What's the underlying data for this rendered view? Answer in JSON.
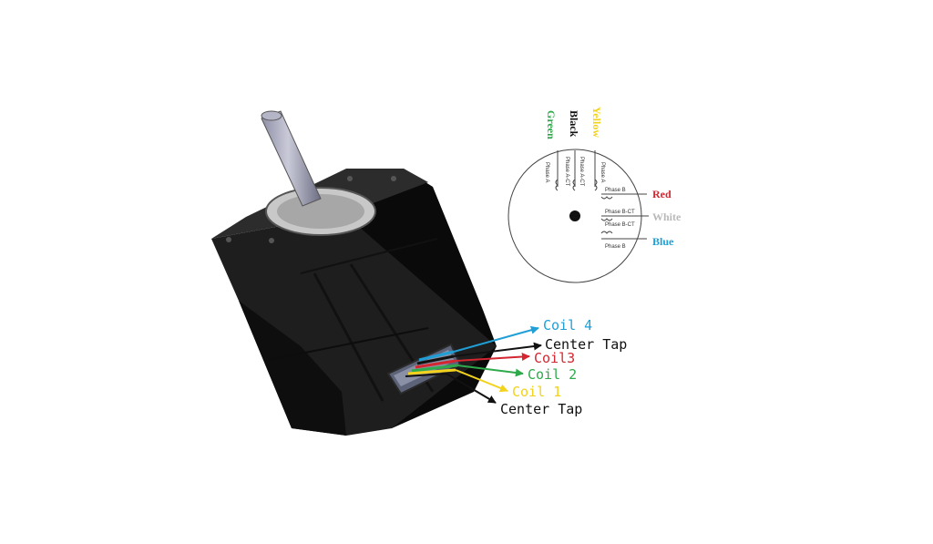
{
  "schematic": {
    "wires": [
      {
        "label": "Green",
        "color": "#2eaa4a"
      },
      {
        "label": "Black",
        "color": "#111111"
      },
      {
        "label": "Yellow",
        "color": "#f2d21b"
      },
      {
        "label": "Red",
        "color": "#d32630"
      },
      {
        "label": "White",
        "color": "#b9b9b9"
      },
      {
        "label": "Blue",
        "color": "#1f9fd6"
      }
    ],
    "phases": {
      "phase_a": "Phase A",
      "phase_a_ct_1": "Phase A-CT",
      "phase_a_ct_2": "Phase A-CT",
      "phase_a_2": "Phase A",
      "phase_b": "Phase B",
      "phase_b_ct_1": "Phase B-CT",
      "phase_b_ct_2": "Phase B-CT",
      "phase_b_2": "Phase B"
    }
  },
  "callouts": [
    {
      "label": "Coil 4",
      "color": "#1f9fd6"
    },
    {
      "label": "Center Tap",
      "color": "#111111"
    },
    {
      "label": "Coil3",
      "color": "#d32630"
    },
    {
      "label": "Coil 2",
      "color": "#2eaa4a"
    },
    {
      "label": "Coil 1",
      "color": "#f2d21b"
    },
    {
      "label": "Center Tap",
      "color": "#111111"
    }
  ]
}
